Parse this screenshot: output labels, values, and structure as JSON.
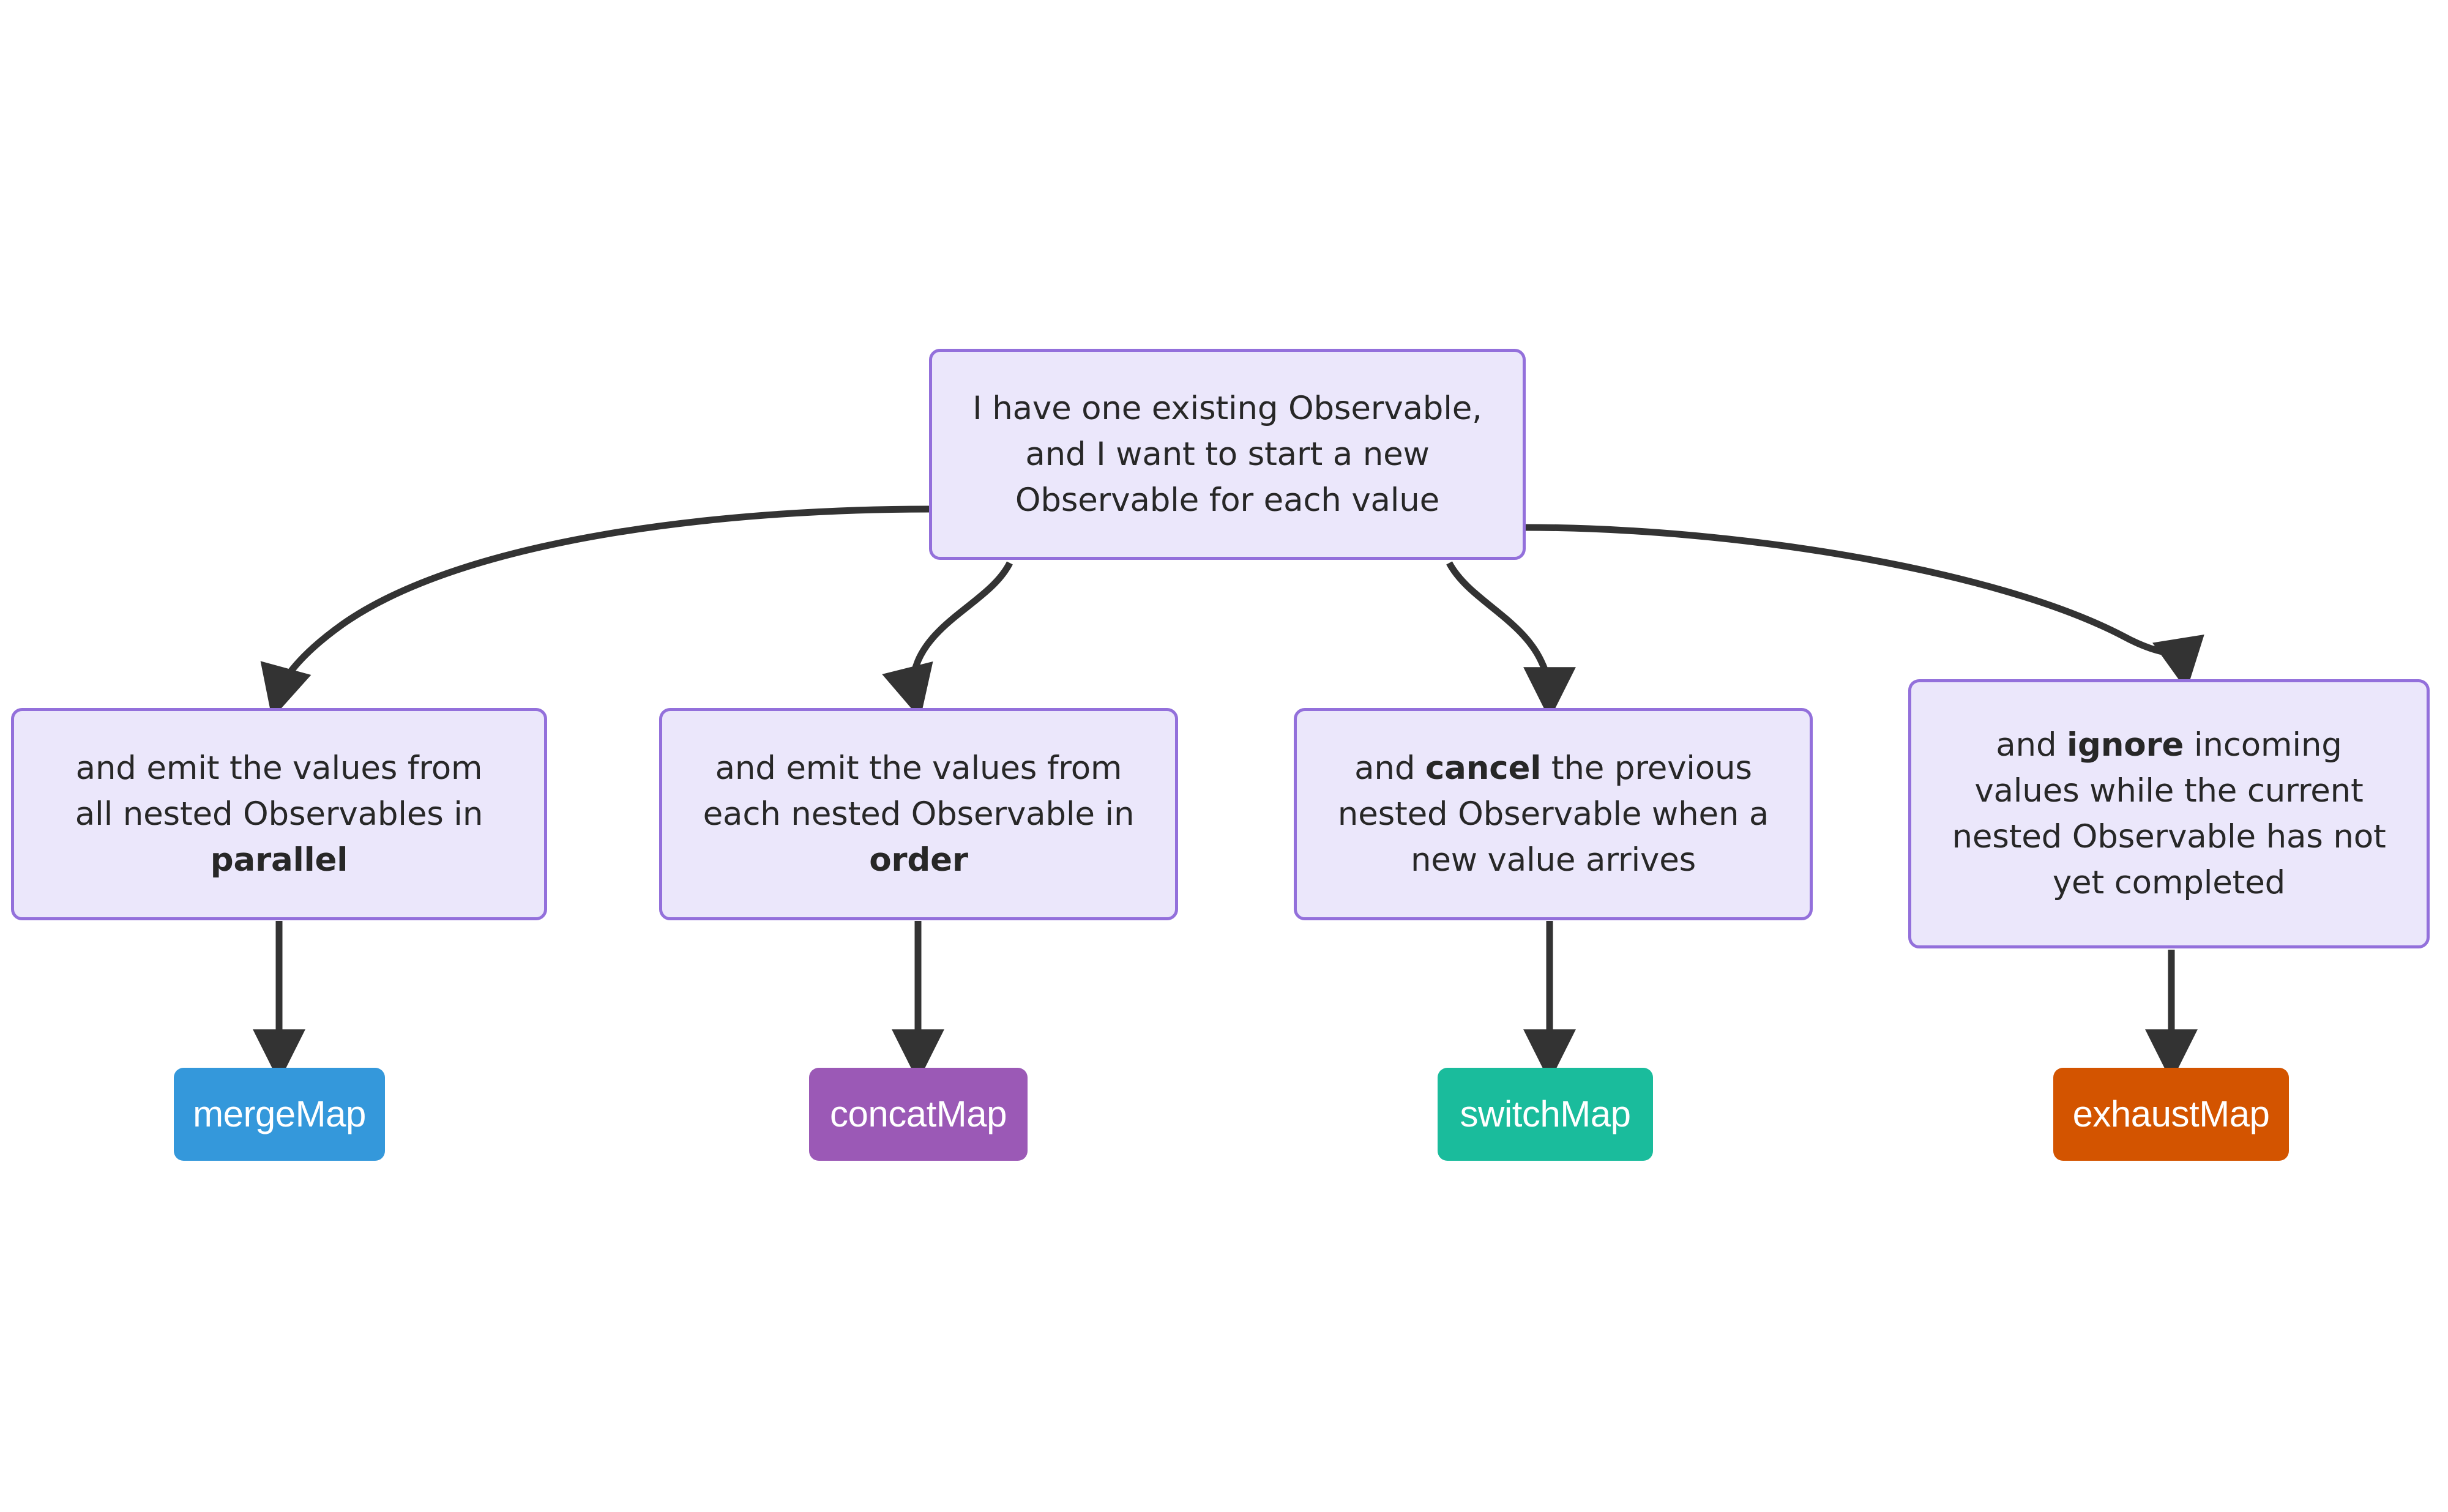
{
  "diagram": {
    "title": "RxJS higher-order mapping operator decision flowchart",
    "background": "#ffffff",
    "node_fill": "#ebe7fb",
    "node_border": "#9370db",
    "edge_color": "#333333",
    "text_color": "#272727"
  },
  "root": {
    "id": "root",
    "text": "I have one existing Observable, and I want to start a new Observable for each value",
    "lines": [
      "I have one existing Observable,",
      "and I want to start a new",
      "Observable for each value"
    ]
  },
  "branches": [
    {
      "id": "branch-parallel",
      "lines_html": "and emit the values from<br>all nested Observables in<br><b>parallel</b>",
      "emphasis": "parallel",
      "operator": {
        "id": "op-mergemap",
        "label": "mergeMap",
        "color": "#3498db",
        "text_color": "#ffffff"
      }
    },
    {
      "id": "branch-order",
      "lines_html": "and emit the values from<br>each nested Observable in<br><b>order</b>",
      "emphasis": "order",
      "operator": {
        "id": "op-concatmap",
        "label": "concatMap",
        "color": "#9b59b6",
        "text_color": "#ffffff"
      }
    },
    {
      "id": "branch-cancel",
      "lines_html": "and <b>cancel</b> the previous<br>nested Observable when a<br>new value arrives",
      "emphasis": "cancel",
      "operator": {
        "id": "op-switchmap",
        "label": "switchMap",
        "color": "#1abc9c",
        "text_color": "#ffffff"
      }
    },
    {
      "id": "branch-ignore",
      "lines_html": "and <b>ignore</b> incoming<br>values while the current<br>nested Observable has not<br>yet completed",
      "emphasis": "ignore",
      "operator": {
        "id": "op-exhaustmap",
        "label": "exhaustMap",
        "color": "#d35400",
        "text_color": "#ffffff"
      }
    }
  ],
  "chart_data": {
    "type": "diagram",
    "subtype": "flowchart",
    "direction": "top-down",
    "nodes": [
      {
        "id": "root",
        "label": "I have one existing Observable, and I want to start a new Observable for each value",
        "shape": "rounded-rect",
        "fill": "#ebe7fb",
        "stroke": "#9370db"
      },
      {
        "id": "branch-parallel",
        "label": "and emit the values from all nested Observables in parallel",
        "shape": "rounded-rect",
        "fill": "#ebe7fb",
        "stroke": "#9370db"
      },
      {
        "id": "branch-order",
        "label": "and emit the values from each nested Observable in order",
        "shape": "rounded-rect",
        "fill": "#ebe7fb",
        "stroke": "#9370db"
      },
      {
        "id": "branch-cancel",
        "label": "and cancel the previous nested Observable when a new value arrives",
        "shape": "rounded-rect",
        "fill": "#ebe7fb",
        "stroke": "#9370db"
      },
      {
        "id": "branch-ignore",
        "label": "and ignore incoming values while the current nested Observable has not yet completed",
        "shape": "rounded-rect",
        "fill": "#ebe7fb",
        "stroke": "#9370db"
      },
      {
        "id": "op-mergemap",
        "label": "mergeMap",
        "shape": "rounded-rect",
        "fill": "#3498db",
        "stroke": "none"
      },
      {
        "id": "op-concatmap",
        "label": "concatMap",
        "shape": "rounded-rect",
        "fill": "#9b59b6",
        "stroke": "none"
      },
      {
        "id": "op-switchmap",
        "label": "switchMap",
        "shape": "rounded-rect",
        "fill": "#1abc9c",
        "stroke": "none"
      },
      {
        "id": "op-exhaustmap",
        "label": "exhaustMap",
        "shape": "rounded-rect",
        "fill": "#d35400",
        "stroke": "none"
      }
    ],
    "edges": [
      {
        "from": "root",
        "to": "branch-parallel",
        "style": "curved-arrow"
      },
      {
        "from": "root",
        "to": "branch-order",
        "style": "curved-arrow"
      },
      {
        "from": "root",
        "to": "branch-cancel",
        "style": "curved-arrow"
      },
      {
        "from": "root",
        "to": "branch-ignore",
        "style": "curved-arrow"
      },
      {
        "from": "branch-parallel",
        "to": "op-mergemap",
        "style": "straight-arrow"
      },
      {
        "from": "branch-order",
        "to": "op-concatmap",
        "style": "straight-arrow"
      },
      {
        "from": "branch-cancel",
        "to": "op-switchmap",
        "style": "straight-arrow"
      },
      {
        "from": "branch-ignore",
        "to": "op-exhaustmap",
        "style": "straight-arrow"
      }
    ]
  }
}
